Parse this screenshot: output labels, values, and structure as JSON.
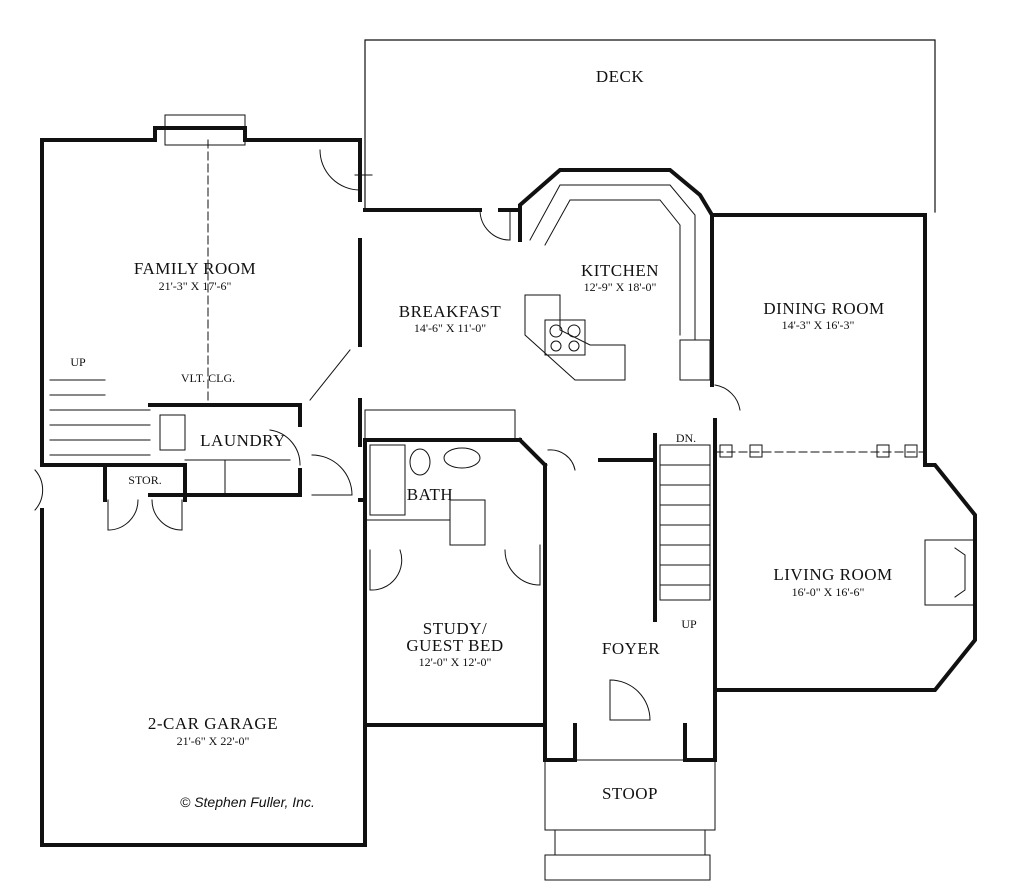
{
  "rooms": {
    "deck": {
      "name": "DECK"
    },
    "family_room": {
      "name": "FAMILY ROOM",
      "size": "21'-3\" X 17'-6\"",
      "note": "VLT. CLG."
    },
    "breakfast": {
      "name": "BREAKFAST",
      "size": "14'-6\" X 11'-0\""
    },
    "kitchen": {
      "name": "KITCHEN",
      "size": "12'-9\" X 18'-0\""
    },
    "dining_room": {
      "name": "DINING ROOM",
      "size": "14'-3\" X 16'-3\""
    },
    "laundry": {
      "name": "LAUNDRY"
    },
    "storage": {
      "name": "STOR."
    },
    "bath": {
      "name": "BATH"
    },
    "living_room": {
      "name": "LIVING ROOM",
      "size": "16'-0\" X 16'-6\""
    },
    "study": {
      "name": "STUDY/",
      "name2": "GUEST BED",
      "size": "12'-0\" X 12'-0\""
    },
    "foyer": {
      "name": "FOYER"
    },
    "garage": {
      "name": "2-CAR GARAGE",
      "size": "21'-6\" X 22'-0\""
    },
    "stoop": {
      "name": "STOOP"
    }
  },
  "stair_labels": {
    "family_up": "UP",
    "foyer_dn": "DN.",
    "foyer_up": "UP"
  },
  "copyright": "© Stephen Fuller, Inc."
}
